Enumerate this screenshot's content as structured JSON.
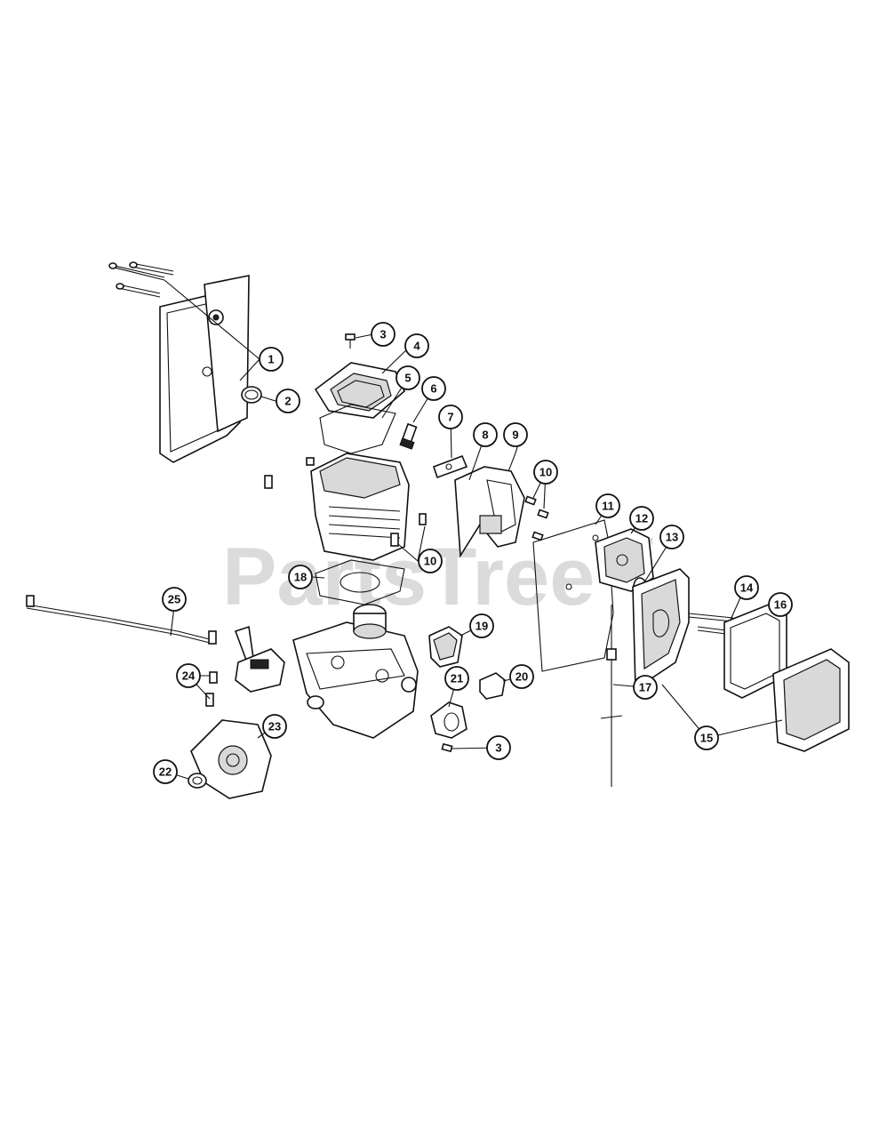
{
  "watermark": {
    "text": "PartsTree",
    "trademark": "TM"
  },
  "callouts": [
    {
      "label": "1"
    },
    {
      "label": "2"
    },
    {
      "label": "3"
    },
    {
      "label": "3"
    },
    {
      "label": "4"
    },
    {
      "label": "5"
    },
    {
      "label": "6"
    },
    {
      "label": "7"
    },
    {
      "label": "8"
    },
    {
      "label": "9"
    },
    {
      "label": "10"
    },
    {
      "label": "10"
    },
    {
      "label": "11"
    },
    {
      "label": "12"
    },
    {
      "label": "13"
    },
    {
      "label": "14"
    },
    {
      "label": "15"
    },
    {
      "label": "16"
    },
    {
      "label": "17"
    },
    {
      "label": "18"
    },
    {
      "label": "19"
    },
    {
      "label": "20"
    },
    {
      "label": "21"
    },
    {
      "label": "22"
    },
    {
      "label": "23"
    },
    {
      "label": "24"
    },
    {
      "label": "25"
    }
  ],
  "colors": {
    "ink": "#111111",
    "watermark": "#cfcfcf",
    "background": "#ffffff"
  }
}
